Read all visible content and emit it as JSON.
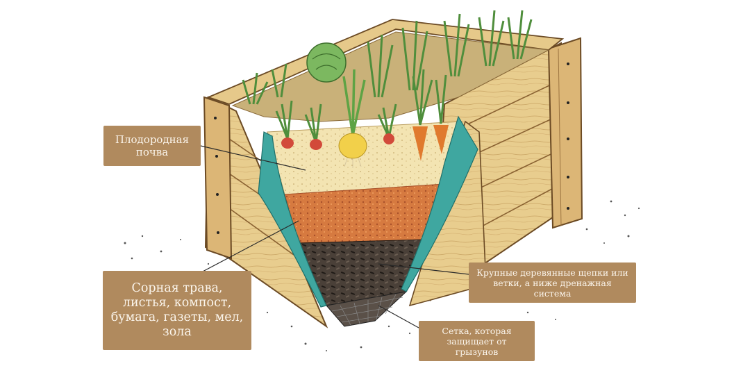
{
  "labels": {
    "fertile_soil": "Плодородная почва",
    "weeds_compost": "Сорная трава, листья, компост, бумага, газеты, мел, зола",
    "wood_chips": "Крупные деревянные щепки или ветки, а ниже дренажная система",
    "rodent_net": "Сетка, которая защищает от грызунов"
  },
  "colors": {
    "callout_bg": "#b08a5e",
    "callout_text": "#fbf5ec",
    "wood_light": "#ecd49a",
    "wood_mid": "#d9b26a",
    "wood_dark": "#8a6232",
    "soil_top": "#f2e3b0",
    "compost": "#d9773f",
    "chips": "#3a332c",
    "membrane": "#3fa7a0",
    "plant_green": "#5e9e48"
  }
}
